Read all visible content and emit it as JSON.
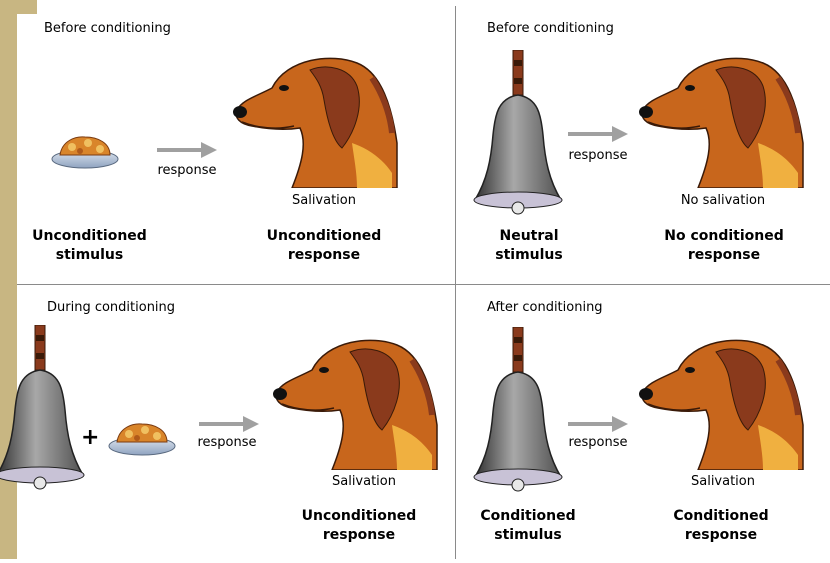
{
  "panels": [
    {
      "heading": "Before conditioning",
      "arrow_label": "response",
      "result_label": "Salivation",
      "stimulus_label": "Unconditioned\nstimulus",
      "response_label": "Unconditioned\nresponse"
    },
    {
      "heading": "Before conditioning",
      "arrow_label": "response",
      "result_label": "No salivation",
      "stimulus_label": "Neutral\nstimulus",
      "response_label": "No conditioned\nresponse"
    },
    {
      "heading": "During conditioning",
      "plus": "+",
      "arrow_label": "response",
      "result_label": "Salivation",
      "response_label": "Unconditioned\nresponse"
    },
    {
      "heading": "After conditioning",
      "arrow_label": "response",
      "result_label": "Salivation",
      "stimulus_label": "Conditioned\nstimulus",
      "response_label": "Conditioned\nresponse"
    }
  ],
  "colors": {
    "divider": "#8a8a8a",
    "strip": "#c8b682",
    "dog": "#c8661c",
    "dog_patch": "#8a3a1c",
    "bell": "#6a6a6a",
    "food": "#d9852a",
    "arrow": "#a0a0a0"
  }
}
